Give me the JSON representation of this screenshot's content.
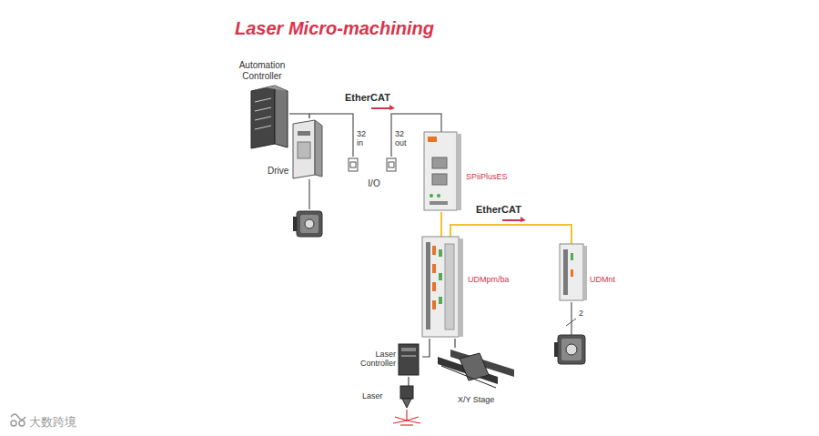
{
  "diagram": {
    "title": "Laser Micro-machining",
    "nodes": [
      {
        "text": [
          "Automation Controller"
        ]
      },
      {
        "text": [
          "Drive"
        ]
      },
      {
        "text": [
          "I/O"
        ]
      },
      {
        "text": [
          "SPiiPlusES"
        ]
      },
      {
        "text": [
          "UDMpm/ba"
        ]
      },
      {
        "text": [
          "UDMnt"
        ]
      },
      {
        "text": [
          "Laser Controller"
        ]
      },
      {
        "text": [
          "Laser"
        ]
      },
      {
        "text": [
          "X/Y Stage"
        ]
      }
    ],
    "edges": [
      {
        "from": 0,
        "to": 1,
        "arrow": "none"
      },
      {
        "from": 1,
        "to": 2,
        "label": "EtherCAT",
        "arrow": "none"
      },
      {
        "from": 2,
        "to": 3,
        "arrow": "none"
      },
      {
        "from": 3,
        "to": 4,
        "arrow": "none"
      },
      {
        "from": 4,
        "to": 5,
        "label": "EtherCAT",
        "arrow": "none"
      },
      {
        "from": 4,
        "to": 6,
        "arrow": "none"
      },
      {
        "from": 6,
        "to": 7,
        "arrow": "none"
      },
      {
        "from": 4,
        "to": 8,
        "arrow": "none"
      }
    ],
    "labels": [
      "32 in",
      "32 out",
      "2",
      "大数跨境"
    ]
  }
}
